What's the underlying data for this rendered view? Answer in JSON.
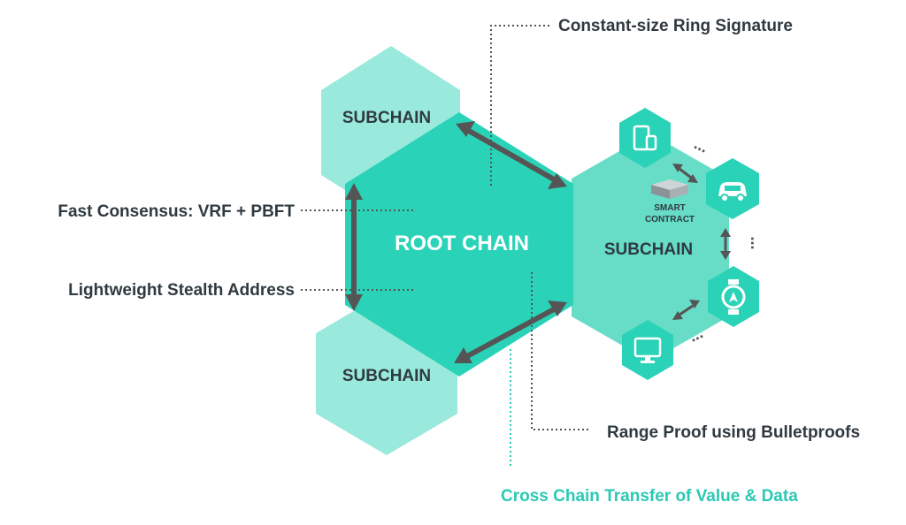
{
  "colors": {
    "light_hex": "#9ae9dd",
    "mid_hex": "#67ddc8",
    "root_hex": "#2ad3b8",
    "icon_hex": "#2ad3b8",
    "arrow": "#555555",
    "text": "#2f3a40",
    "accent_text": "#2ac9b4"
  },
  "root_chain": {
    "label": "ROOT CHAIN"
  },
  "subchains": {
    "top_left": "SUBCHAIN",
    "bottom_left": "SUBCHAIN",
    "right": "SUBCHAIN"
  },
  "smart_contract": {
    "line1": "SMART",
    "line2": "CONTRACT"
  },
  "callouts": {
    "ring_signature": "Constant-size Ring Signature",
    "fast_consensus": "Fast Consensus: VRF + PBFT",
    "stealth_address": "Lightweight Stealth Address",
    "range_proof": "Range Proof using Bulletproofs",
    "cross_chain": "Cross Chain Transfer of Value & Data"
  },
  "devices": [
    {
      "icon": "mobile-devices-icon"
    },
    {
      "icon": "car-icon"
    },
    {
      "icon": "smartwatch-icon"
    },
    {
      "icon": "monitor-icon"
    }
  ],
  "ellipsis": "..."
}
